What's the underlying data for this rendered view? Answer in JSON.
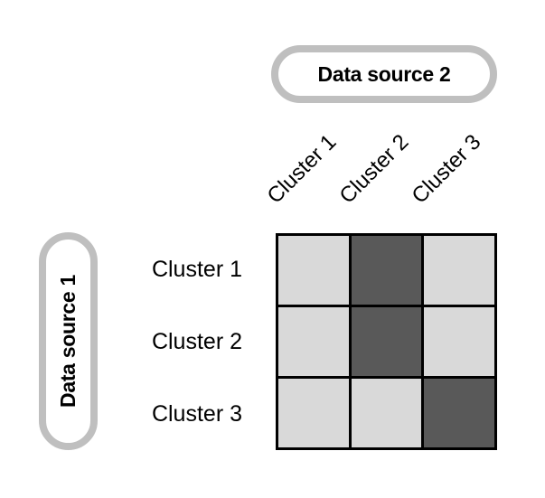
{
  "colors": {
    "background": "#ffffff",
    "cell_light": "#d9d9d9",
    "cell_dark": "#595959",
    "grid_line": "#000000",
    "pill_border": "#bfbfbf",
    "pill_fill": "#ffffff",
    "text": "#000000"
  },
  "source2_pill": {
    "label": "Data source 2"
  },
  "source1_pill": {
    "label": "Data source 1"
  },
  "matrix": {
    "column_labels": [
      "Cluster 1",
      "Cluster 2",
      "Cluster 3"
    ],
    "row_labels": [
      "Cluster 1",
      "Cluster 2",
      "Cluster 3"
    ],
    "cells": [
      [
        "light",
        "dark",
        "light"
      ],
      [
        "light",
        "dark",
        "light"
      ],
      [
        "light",
        "light",
        "dark"
      ]
    ]
  },
  "layout_hints": {
    "column_label_rotation_deg": -45,
    "row_label_rotation_deg": 0,
    "source1_label_rotation_deg": -90
  }
}
